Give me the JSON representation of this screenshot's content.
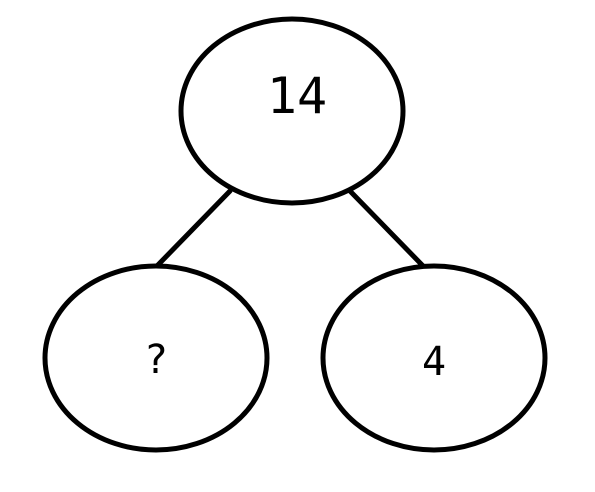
{
  "diagram": {
    "type": "number-bond",
    "whole": "14",
    "parts": {
      "left": "?",
      "right": "4"
    },
    "colors": {
      "stroke": "#000000",
      "fill": "#ffffff",
      "text": "#000000"
    }
  }
}
